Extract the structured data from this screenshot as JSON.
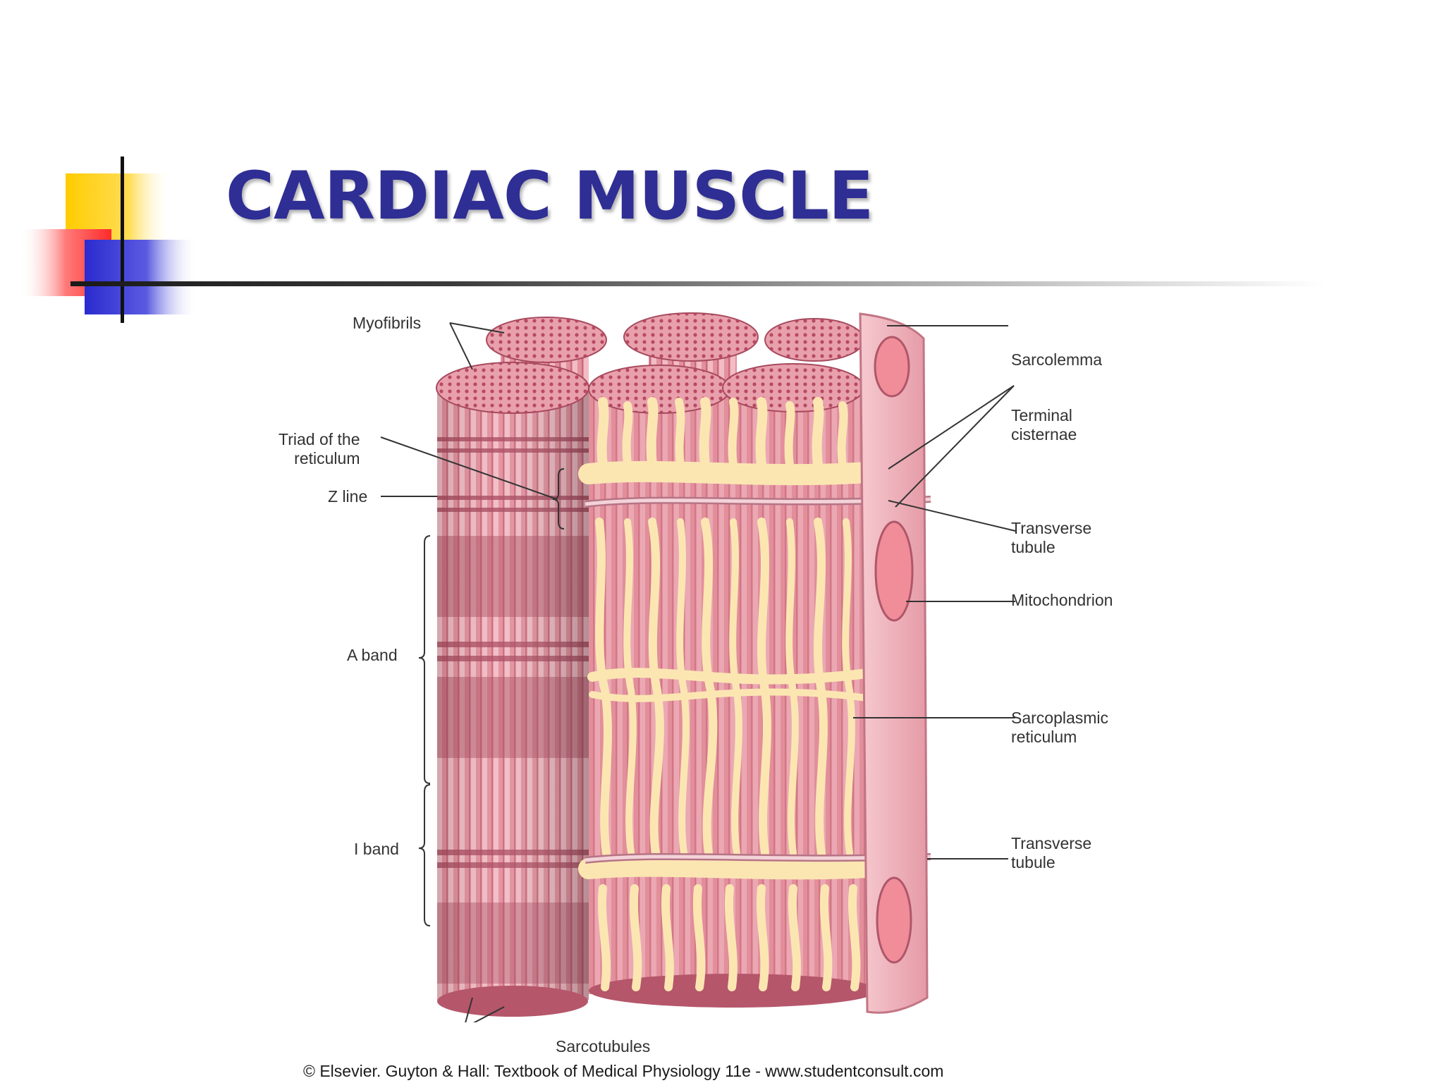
{
  "title": "CARDIAC MUSCLE",
  "labels": {
    "myofibrils": "Myofibrils",
    "triad": "Triad of the\nreticulum",
    "z_line": "Z line",
    "a_band": "A band",
    "i_band": "I band",
    "sarcotubules": "Sarcotubules",
    "sarcolemma": "Sarcolemma",
    "terminal_cisternae": "Terminal\ncisternae",
    "transverse_tubule_top": "Transverse\ntubule",
    "mitochondrion": "Mitochondrion",
    "sarcoplasmic_reticulum": "Sarcoplasmic\nreticulum",
    "transverse_tubule_bottom": "Transverse\ntubule"
  },
  "credit": "© Elsevier. Guyton & Hall: Textbook of Medical Physiology 11e - www.studentconsult.com",
  "colors": {
    "title": "#2e2e94",
    "muscle": "#d97a8a",
    "muscle_dark": "#b04d62",
    "reticulum": "#fbe9b8",
    "logo_yellow": "#ffcc00",
    "logo_red": "#ff3333",
    "logo_blue": "#3333cc"
  }
}
